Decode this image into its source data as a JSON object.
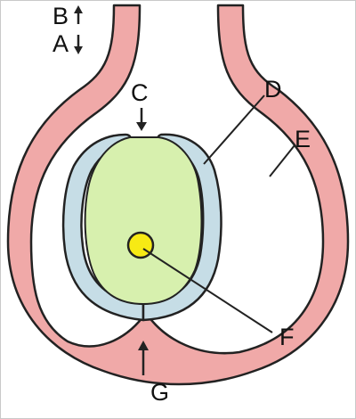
{
  "diagram": {
    "labels": {
      "B": "B",
      "A": "A",
      "C": "C",
      "D": "D",
      "E": "E",
      "F": "F",
      "G": "G"
    },
    "colors": {
      "outer_wall": "#f0a9a8",
      "inner_wall": "#c6dde6",
      "cell_fill": "#d7f0ae",
      "nucleus": "#f7ea14",
      "stroke": "#222222",
      "background": "#ffffff"
    }
  }
}
